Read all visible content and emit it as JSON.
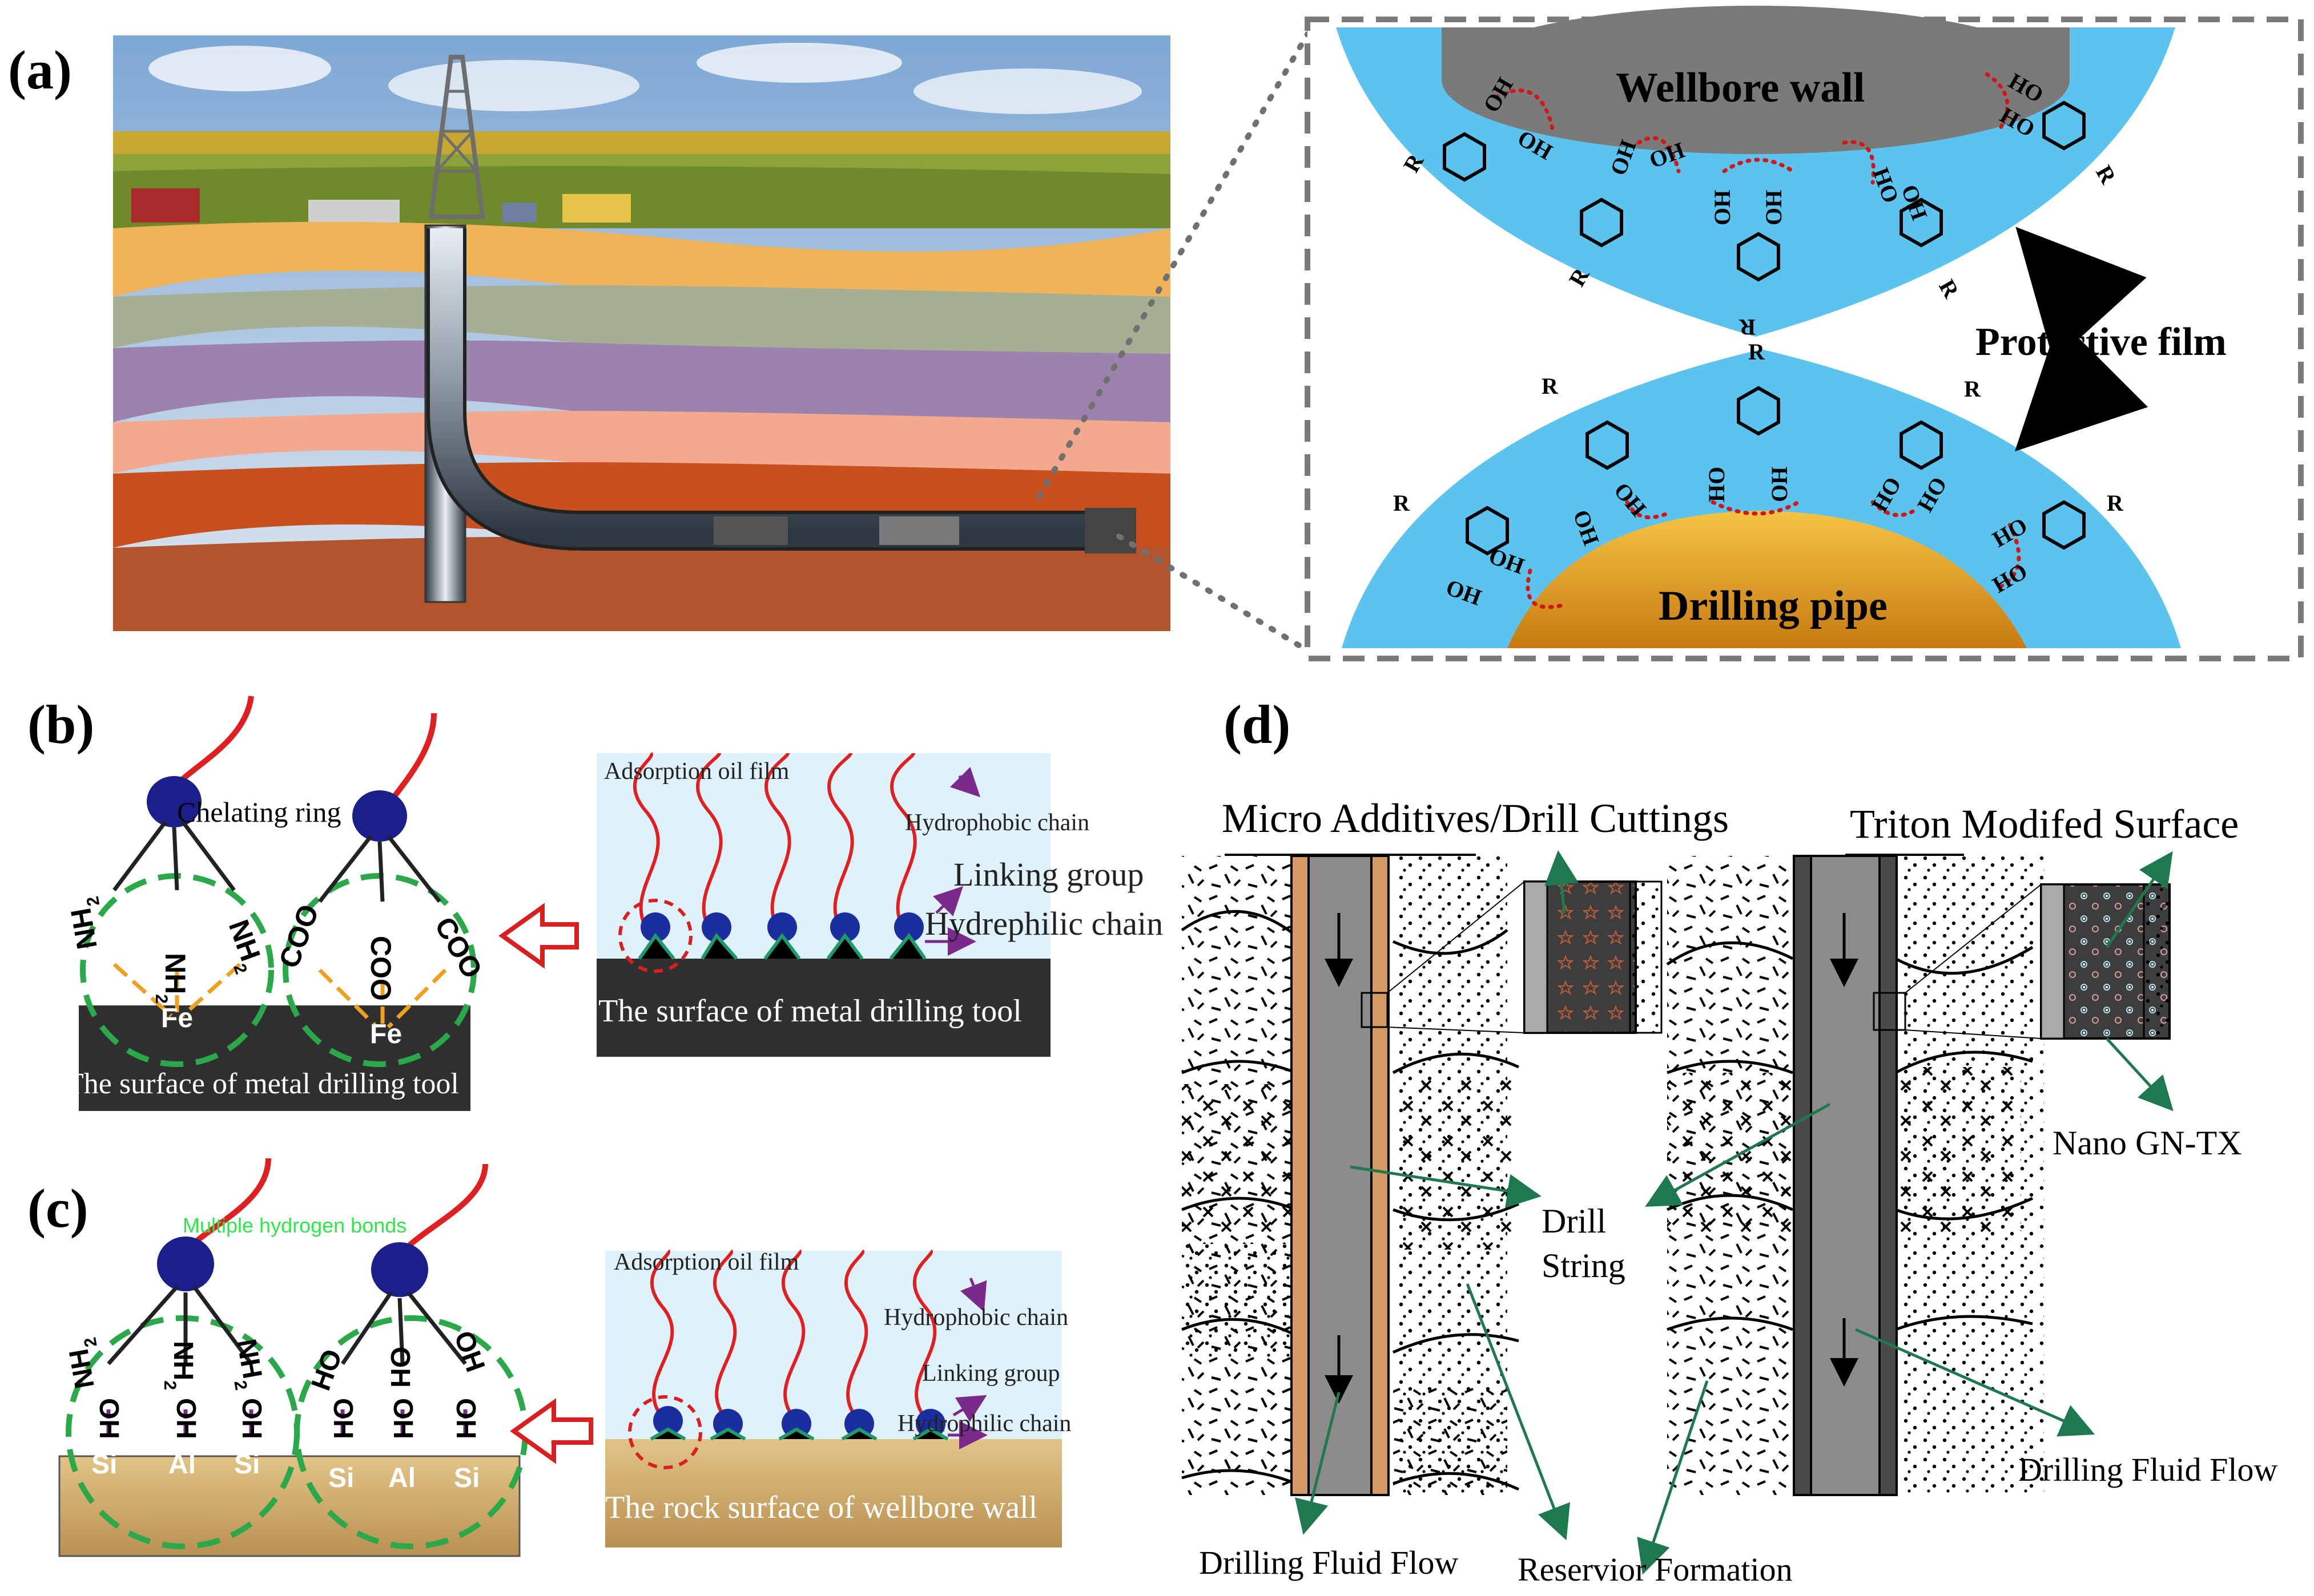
{
  "panels": {
    "a": {
      "letter": "(a)",
      "wellbore_wall": "Wellbore wall",
      "drilling_pipe": "Drilling pipe",
      "protective_film": "Protective film",
      "oh": "OH",
      "ho": "HO",
      "r": "R"
    },
    "b": {
      "letter": "(b)",
      "chelating_ring": "Chelating ring",
      "nh2": "NH",
      "sub2": "2",
      "coo": "COO",
      "fe": "Fe",
      "surface_left": "The surface of metal drilling tool",
      "adsorption": "Adsorption oil film",
      "hydrophobic": "Hydrophobic chain",
      "linking": "Linking group",
      "hydrophilic": "Hydrephilic chain",
      "surface_right": "The surface of metal drilling tool"
    },
    "c": {
      "letter": "(c)",
      "multiple_hbonds": "Multiple hydrogen bonds",
      "nh2": "NH",
      "sub2": "2",
      "oh": "OH",
      "ho": "HO",
      "si": "Si",
      "al": "Al",
      "adsorption": "Adsorption oil film",
      "hydrophobic": "Hydrophobic chain",
      "linking": "Linking group",
      "hydrophilic": "Hydrophilic chain",
      "surface_right": "The rock surface of wellbore wall"
    },
    "d": {
      "letter": "(d)",
      "title_left": "Micro Additives/Drill Cuttings",
      "title_right": "Triton Modifed Surface",
      "drill": "Drill",
      "string": "String",
      "nano": "Nano GN-TX",
      "flow_left": "Drilling Fluid Flow",
      "flow_right": "Drilling Fluid Flow",
      "reservoir": "Reservior Formation"
    }
  },
  "colors": {
    "film_blue": "#5cc3ef",
    "wellbore_gray": "#7a7a7a",
    "pipe_gold": "#e8a21a",
    "chelate_navy": "#1a1f8c",
    "chain_red": "#e02020",
    "ring_green": "#2aa84a",
    "drill_tan": "#d59a63",
    "drill_gray": "#8c8c8c",
    "arrow_teal": "#1e7a4e",
    "label_green": "#2ee84a"
  }
}
